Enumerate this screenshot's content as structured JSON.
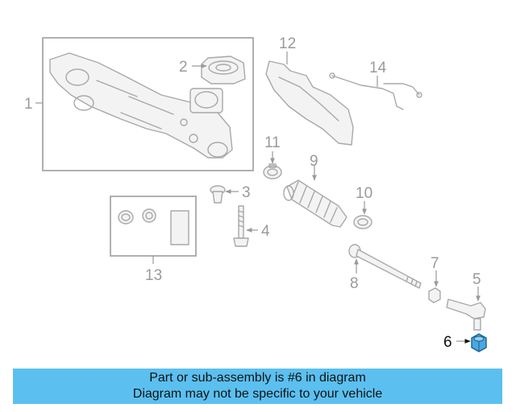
{
  "diagram": {
    "callouts": [
      "1",
      "2",
      "3",
      "4",
      "5",
      "6",
      "7",
      "8",
      "9",
      "10",
      "11",
      "12",
      "13",
      "14"
    ],
    "highlighted_part": "6",
    "highlight_color": "#4aa8e0",
    "part_stroke_color": "#a8a8a8"
  },
  "banner": {
    "line1": "Part or sub-assembly is #6 in diagram",
    "line2": "Diagram may not be specific to your vehicle",
    "background_color": "#5bc0f0"
  }
}
